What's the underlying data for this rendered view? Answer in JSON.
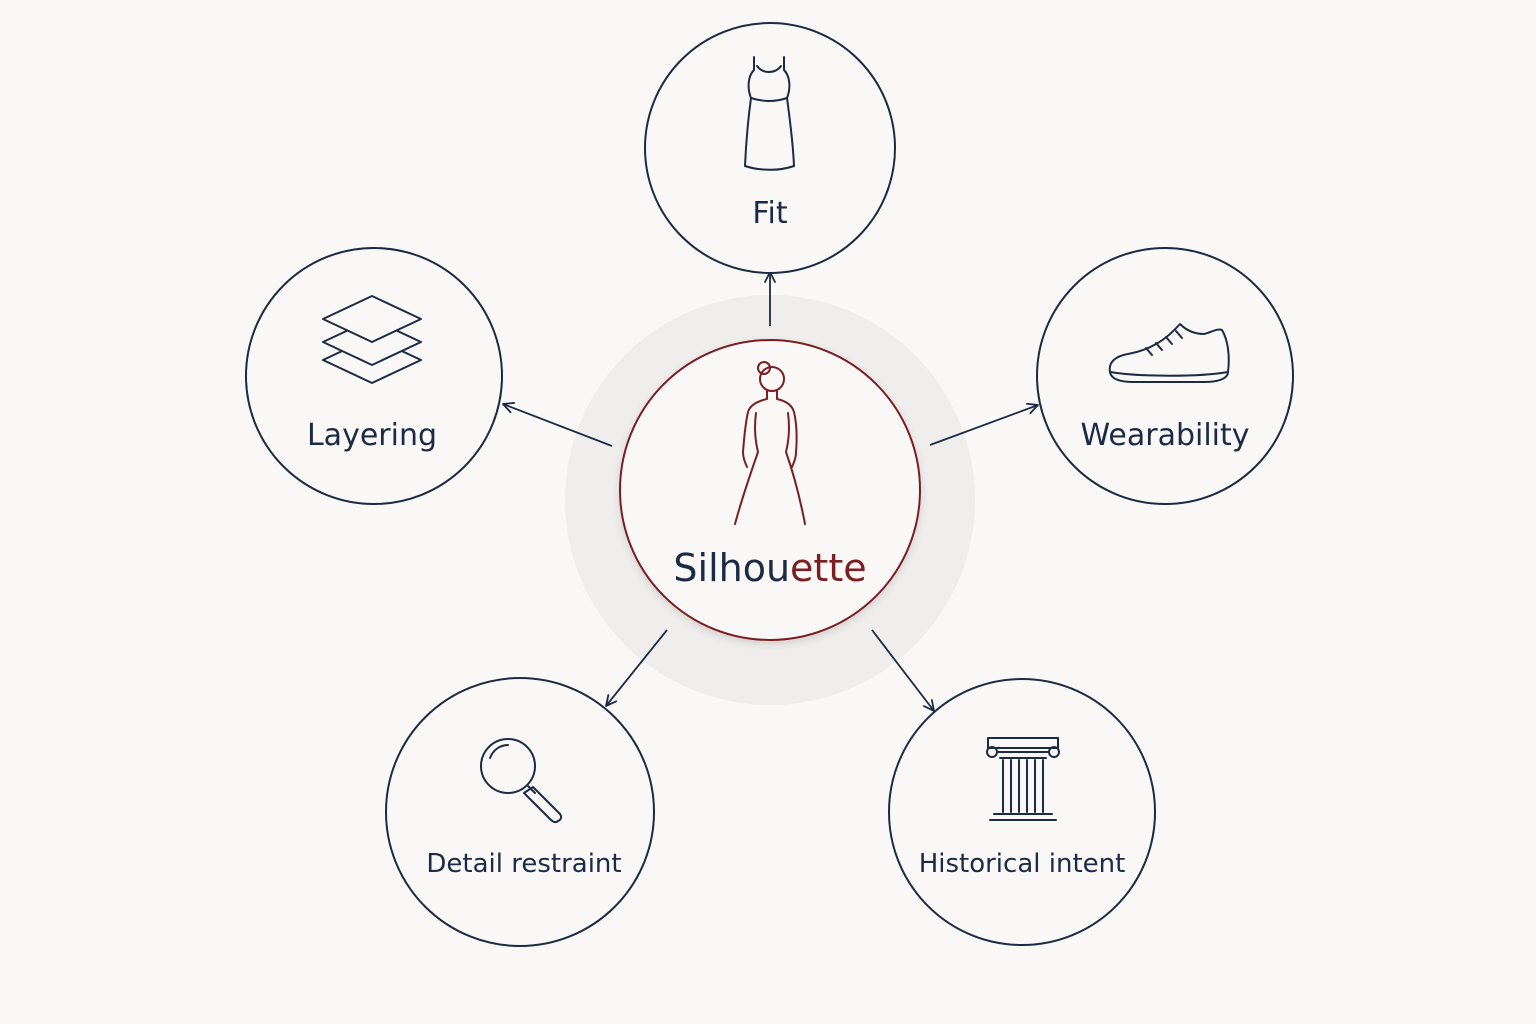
{
  "center": {
    "label_part1": "Silhou",
    "label_part2": "ette",
    "icon": "woman-silhouette-icon"
  },
  "nodes": [
    {
      "id": "fit",
      "label": "Fit",
      "icon": "dress-icon"
    },
    {
      "id": "layering",
      "label": "Layering",
      "icon": "layers-icon"
    },
    {
      "id": "wearability",
      "label": "Wearability",
      "icon": "sneaker-icon"
    },
    {
      "id": "detail-restraint",
      "label": "Detail restraint",
      "icon": "magnifier-icon"
    },
    {
      "id": "historical-intent",
      "label": "Historical intent",
      "icon": "column-icon"
    }
  ],
  "colors": {
    "background": "#f9f8f6",
    "navy": "#1b2a45",
    "accent": "#7a1f24",
    "halo": "#efeeec"
  }
}
